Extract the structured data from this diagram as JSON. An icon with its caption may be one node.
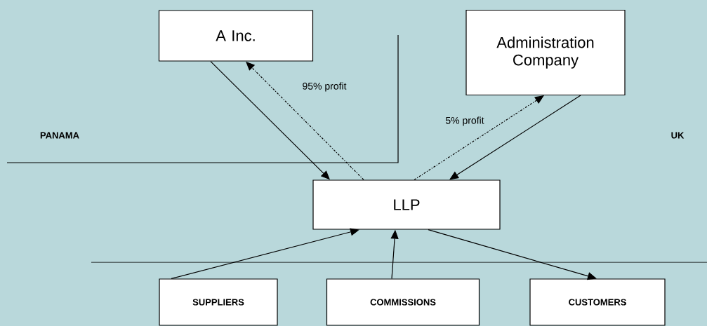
{
  "diagram": {
    "nodes": [
      {
        "text": [
          "A Inc."
        ]
      },
      {
        "text": [
          "Administration Company"
        ]
      },
      {
        "text": [
          "LLP"
        ]
      },
      {
        "text": [
          "SUPPLIERS"
        ]
      },
      {
        "text": [
          "COMMISSIONS"
        ]
      },
      {
        "text": [
          "CUSTOMERS"
        ]
      }
    ],
    "edges": [
      {
        "from": 0,
        "to": 2,
        "arrow": "to"
      },
      {
        "from": 2,
        "to": 0,
        "arrow": "to",
        "style": "dashed",
        "label": "95% profit"
      },
      {
        "from": 2,
        "to": 1,
        "arrow": "to",
        "style": "dashed",
        "label": "5% profit"
      },
      {
        "from": 1,
        "to": 2,
        "arrow": "to"
      },
      {
        "from": 3,
        "to": 2,
        "arrow": "to"
      },
      {
        "from": 4,
        "to": 2,
        "arrow": "to"
      },
      {
        "from": 2,
        "to": 5,
        "arrow": "to"
      }
    ],
    "labels": [
      "PANAMA",
      "UK"
    ]
  }
}
